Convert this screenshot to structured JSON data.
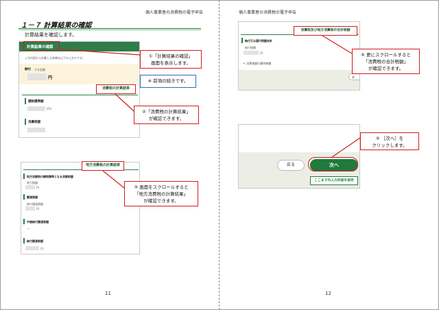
{
  "header": {
    "left_title": "個人事業者の消費税の電子申告",
    "right_title": "個人事業者の消費税の電子申告"
  },
  "section": {
    "title": "１－７ 計算結果の確認",
    "description": "計算結果を確認します。"
  },
  "shot1": {
    "bar_title": "計算結果の確認",
    "intro": "入力内容から計算した結果は以下のとおりです。",
    "nofu_label": "納付",
    "nofu_sub": "する金額",
    "yen": "円",
    "tag": "消費税の計算結果",
    "row1_label": "課税標準額",
    "row1_unit": "(円)",
    "row2_label": "消費税額"
  },
  "shot2": {
    "tag": "地方消費税の計算結果",
    "row1_label": "地方消費税の課税標準となる消費税額",
    "row1_sub": "差引税額",
    "row1_unit": "円",
    "row2_label": "譲渡割額",
    "row2_sub": "納付譲渡割額",
    "row2_unit": "円",
    "row3_label": "中間納付譲渡割額",
    "row3_value": "―",
    "row4_label": "納付譲渡割額",
    "row4_unit": "円"
  },
  "shot3": {
    "tag": "消費税及び地方消費税の合計税額",
    "row_label": "納付又は還付税額合計",
    "row_sub": "納付税額",
    "row_unit": "円",
    "note": "＊ 消費税額計算明細書",
    "truncated": "戻"
  },
  "shot4": {
    "back_label": "戻る",
    "next_label": "次へ",
    "save_label": "ここまでの入力内容を保存"
  },
  "callouts": {
    "c1_line1": "①「計算結果の確認」",
    "c1_line2": "画面を表示します。",
    "continuation": "※ 前項の続きです。",
    "c2_line1": "②「消費税の計算結果」",
    "c2_line2": "が確認できます。",
    "c3_line1": "③ 画面をスクロールすると",
    "c3_line2": "「地方消費税の計算結果」",
    "c3_line3": "が確認できます。",
    "c4_line1": "④ 更にスクロールすると",
    "c4_line2": "「消費税の合計税額」",
    "c4_line3": "が確認できます。",
    "c5_line1": "⑤ ［次へ］を",
    "c5_line2": "クリックします。"
  },
  "footer": {
    "left_page": "11",
    "right_page": "12"
  }
}
